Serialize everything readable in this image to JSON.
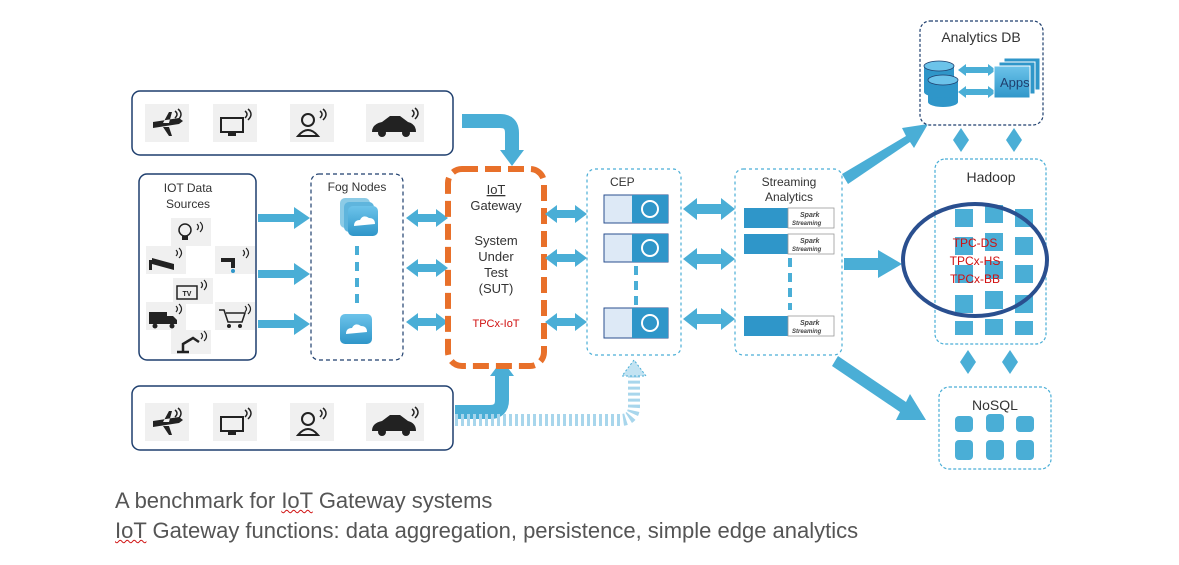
{
  "panels": {
    "iot_sources": {
      "title_line1": "IOT Data",
      "title_line2": "Sources"
    },
    "fog_nodes": {
      "title": "Fog Nodes"
    },
    "gateway": {
      "title_line1": "IoT",
      "title_line2": "Gateway",
      "sut_line1": "System",
      "sut_line2": "Under",
      "sut_line3": "Test",
      "sut_line4": "(SUT)",
      "benchmark": "TPCx-IoT"
    },
    "cep": {
      "title": "CEP"
    },
    "streaming": {
      "title_line1": "Streaming",
      "title_line2": "Analytics",
      "badge_line1": "Spark",
      "badge_line2": "Streaming"
    },
    "analytics_db": {
      "title": "Analytics DB",
      "apps_label": "Apps"
    },
    "hadoop": {
      "title": "Hadoop",
      "benchmarks": [
        "TPC-DS",
        "TPCx-HS",
        "TPCx-BB"
      ]
    },
    "nosql": {
      "title": "NoSQL"
    }
  },
  "captions": {
    "line1_prefix": "A benchmark for ",
    "line1_iot": "IoT",
    "line1_suffix": " Gateway systems",
    "line2_iot": "IoT",
    "line2_suffix": " Gateway functions: data aggregation, persistence, simple edge analytics"
  },
  "icons": {
    "device_row": [
      "airplane-icon",
      "monitor-icon",
      "person-icon",
      "car-icon"
    ],
    "sources": [
      "lightbulb-icon",
      "camera-icon",
      "faucet-icon",
      "tv-icon",
      "truck-icon",
      "cart-icon",
      "robot-arm-icon"
    ]
  },
  "colors": {
    "arrow": "#4aaed6",
    "gateway_border": "#e8702a",
    "hadoop_ring": "#2a4f8f",
    "benchmark_red": "#d01010"
  }
}
